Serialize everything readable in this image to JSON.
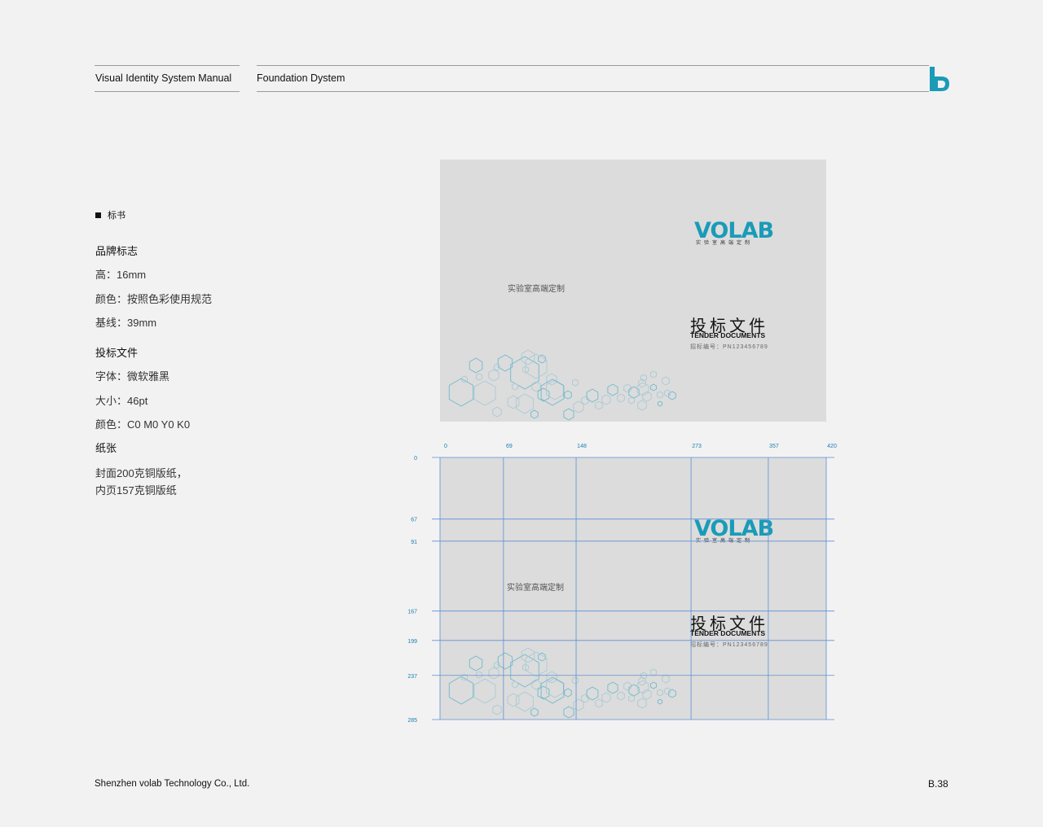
{
  "header": {
    "left_title": "Visual Identity System Manual",
    "right_title": "Foundation Dystem"
  },
  "colors": {
    "brand": "#1a9bb8",
    "grid_line": "#5b8fd6",
    "card_bg": "#dcdcdc"
  },
  "section": {
    "icon": "square-bullet-icon",
    "heading": "标书",
    "specs": [
      "品牌标志",
      "高：16mm",
      "颜色：按照色彩使用规范",
      "基线：39mm",
      "投标文件",
      "字体：微软雅黑",
      "大小：46pt",
      "颜色：C0 M0 Y0 K0",
      "纸张",
      "封面200克铜版纸，",
      "内页157克铜版纸"
    ]
  },
  "cover": {
    "logo": "VOLAB",
    "logo_sub": "实验室高端定制",
    "slogan": "实验室高端定制",
    "title_cn": "投标文件",
    "title_en": "TENDER DOCUMENTS",
    "code": "招标编号：PN123456789"
  },
  "grid": {
    "x_ticks": [
      "0",
      "69",
      "148",
      "273",
      "357",
      "420"
    ],
    "y_ticks": [
      "0",
      "67",
      "91",
      "167",
      "199",
      "237",
      "285"
    ],
    "x_values": [
      0,
      69,
      148,
      273,
      357,
      420
    ],
    "y_values": [
      0,
      67,
      91,
      167,
      199,
      237,
      285
    ]
  },
  "footer": {
    "company": "Shenzhen volab Technology Co., Ltd.",
    "page": "B.38"
  }
}
